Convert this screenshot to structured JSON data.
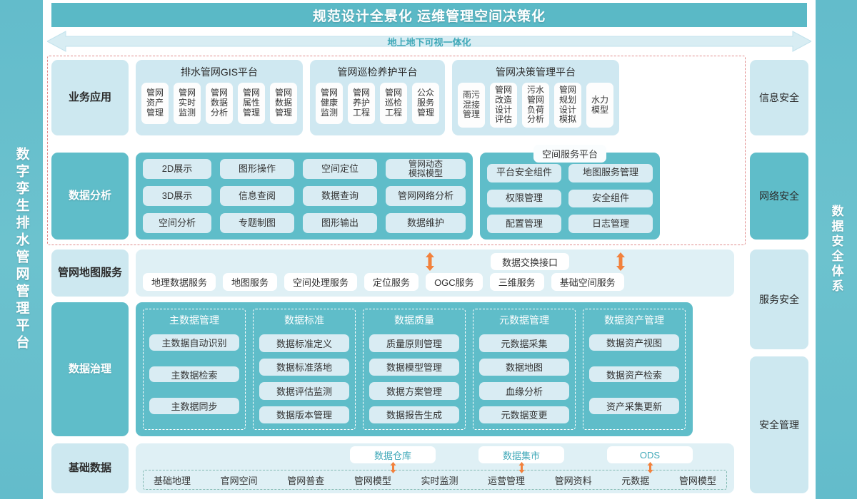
{
  "left_rail": {
    "text": "数字孪生排水管网管理平台"
  },
  "right_rail": {
    "text": "数据安全体系"
  },
  "header": {
    "title": "规范设计全景化  运维管理空间决策化",
    "arrow_label": "地上地下可视一体化"
  },
  "colors": {
    "teal_dark": "#5fbdc9",
    "teal_header": "#5ab9c6",
    "teal_light": "#cde8f0",
    "panel_light": "#dff0f5",
    "pill": "#d9ecf3",
    "accent_orange": "#f2813c",
    "dashed_red": "#e08b8b",
    "label_blue": "#3fa8b8"
  },
  "rows": {
    "business": {
      "label": "业务应用",
      "platforms": [
        {
          "title": "排水管网GIS平台",
          "items": [
            "管网资产管理",
            "管网实时监测",
            "管网数据分析",
            "管网属性管理",
            "管网数据管理"
          ]
        },
        {
          "title": "管网巡检养护平台",
          "items": [
            "管网健康监测",
            "管网养护工程",
            "管网巡检工程",
            "公众服务管理"
          ]
        },
        {
          "title": "管网决策管理平台",
          "items": [
            "雨污混接管理",
            "管网改造设计评估",
            "污水管网负荷分析",
            "管网规划设计模拟",
            "水力模型"
          ]
        }
      ]
    },
    "analysis": {
      "label": "数据分析",
      "columns": [
        [
          "2D展示",
          "3D展示",
          "空间分析"
        ],
        [
          "图形操作",
          "信息查阅",
          "专题制图"
        ],
        [
          "空间定位",
          "数据查询",
          "图形输出"
        ],
        [
          "管网动态模拟模型",
          "管网网络分析",
          "数据维护"
        ]
      ],
      "spatial_platform": {
        "title": "空间服务平台",
        "columns": [
          [
            "平台安全组件",
            "权限管理",
            "配置管理"
          ],
          [
            "地图服务管理",
            "安全组件",
            "日志管理"
          ]
        ]
      }
    },
    "map_service": {
      "label": "管网地图服务",
      "exchange": "数据交换接口",
      "items": [
        "地理数据服务",
        "地图服务",
        "空间处理服务",
        "定位服务",
        "OGC服务",
        "三维服务",
        "基础空间服务"
      ]
    },
    "governance": {
      "label": "数据治理",
      "groups": [
        {
          "title": "主数据管理",
          "items": [
            "主数据自动识别",
            "主数据检索",
            "主数据同步"
          ]
        },
        {
          "title": "数据标准",
          "items": [
            "数据标准定义",
            "数据标准落地",
            "数据评估监测",
            "数据版本管理"
          ]
        },
        {
          "title": "数据质量",
          "items": [
            "质量原则管理",
            "数据模型管理",
            "数据方案管理",
            "数据报告生成"
          ]
        },
        {
          "title": "元数据管理",
          "items": [
            "元数据采集",
            "数据地图",
            "血缘分析",
            "元数据变更"
          ]
        },
        {
          "title": "数据资产管理",
          "items": [
            "数据资产视图",
            "数据资产检索",
            "资产采集更新"
          ]
        }
      ]
    },
    "basic": {
      "label": "基础数据",
      "warehouses": [
        "数据仓库",
        "数据集市",
        "ODS"
      ],
      "sources": [
        "基础地理",
        "官网空间",
        "管网普查",
        "管网模型",
        "实时监测",
        "运营管理",
        "管网资料",
        "元数据",
        "管网模型"
      ]
    }
  },
  "security_column": [
    {
      "label": "信息安全",
      "variant": "light"
    },
    {
      "label": "网络安全",
      "variant": "dark"
    },
    {
      "label": "服务安全",
      "variant": "light"
    },
    {
      "label": "安全管理",
      "variant": "light"
    }
  ]
}
